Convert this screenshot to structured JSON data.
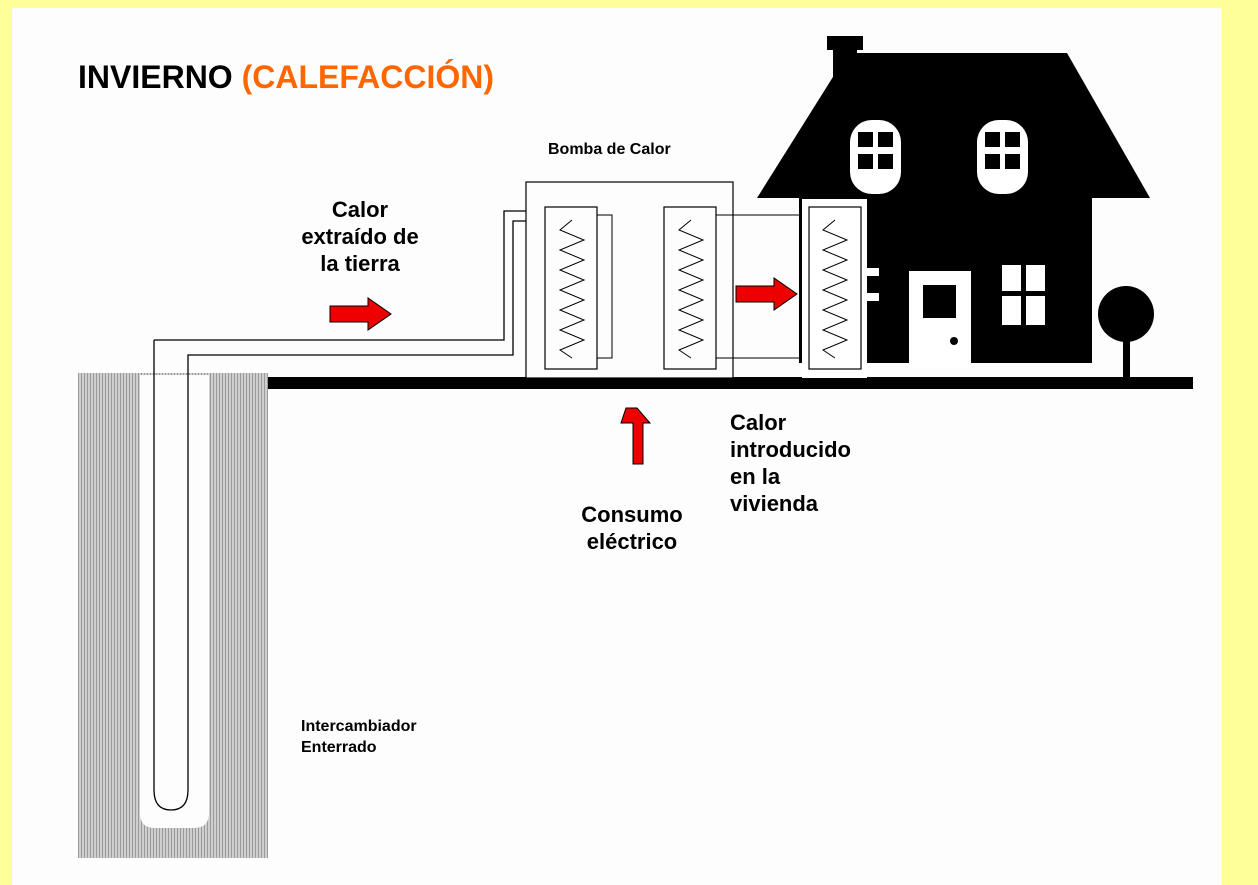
{
  "title": {
    "main": "INVIERNO ",
    "sub": "(CALEFACCIÓN)"
  },
  "colors": {
    "frame": "#ffff99",
    "title_accent": "#ff6600",
    "arrow": "#ee0000",
    "ground_hatch": "#a8a8a8"
  },
  "labels": {
    "pump": "Bomba de Calor",
    "heat_extracted": "Calor\nextraído de\nla tierra",
    "electric_consumption": "Consumo\neléctrico",
    "heat_introduced": "Calor\nintroducido\nen la\nvivienda",
    "ground_exchanger": "Intercambiador\nEnterrado"
  },
  "icons": [
    "house-icon",
    "tree-icon",
    "coil-icon",
    "arrow-right-icon",
    "arrow-up-icon"
  ]
}
